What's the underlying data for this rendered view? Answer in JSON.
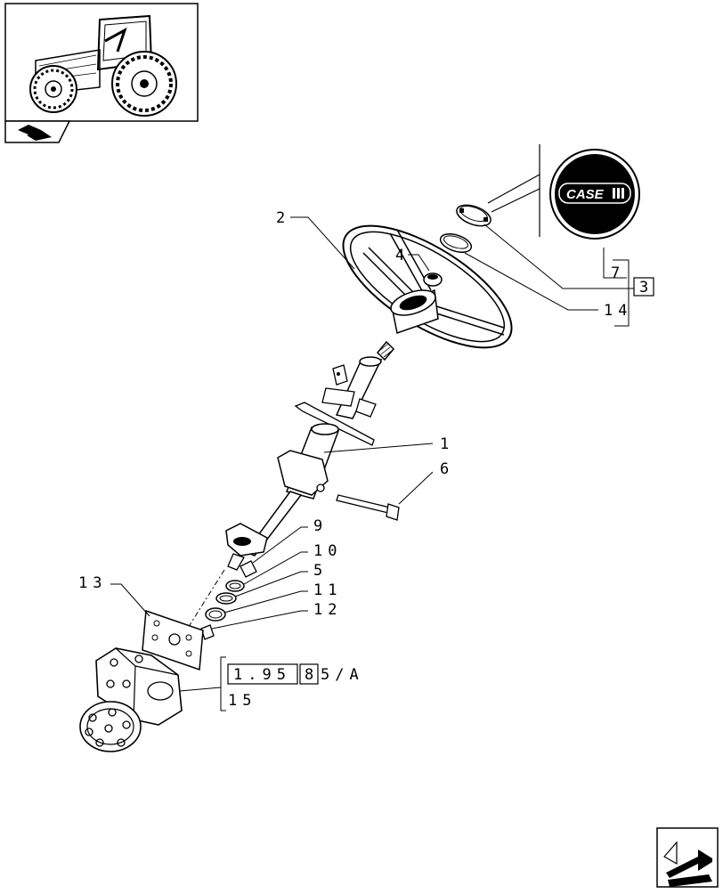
{
  "labels": {
    "steering_wheel": "2",
    "cover_ring": "4",
    "steering_column": "1",
    "bolt": "6",
    "nut_9": "9",
    "washer_10": "10",
    "ring_5": "5",
    "seal_11": "11",
    "bushing_12": "12",
    "plate_13": "13",
    "logo_group_7": "7",
    "logo_group_ref": "3",
    "ring_group_14": "14",
    "steering_unit": "15"
  },
  "reference": {
    "part1": "1.95",
    "part2": "8",
    "part3": "5/A"
  },
  "logo_text": "CASE",
  "icons": {
    "book": "book-icon",
    "next_page": "next-page-arrow-icon",
    "tractor": "tractor-thumbnail"
  }
}
